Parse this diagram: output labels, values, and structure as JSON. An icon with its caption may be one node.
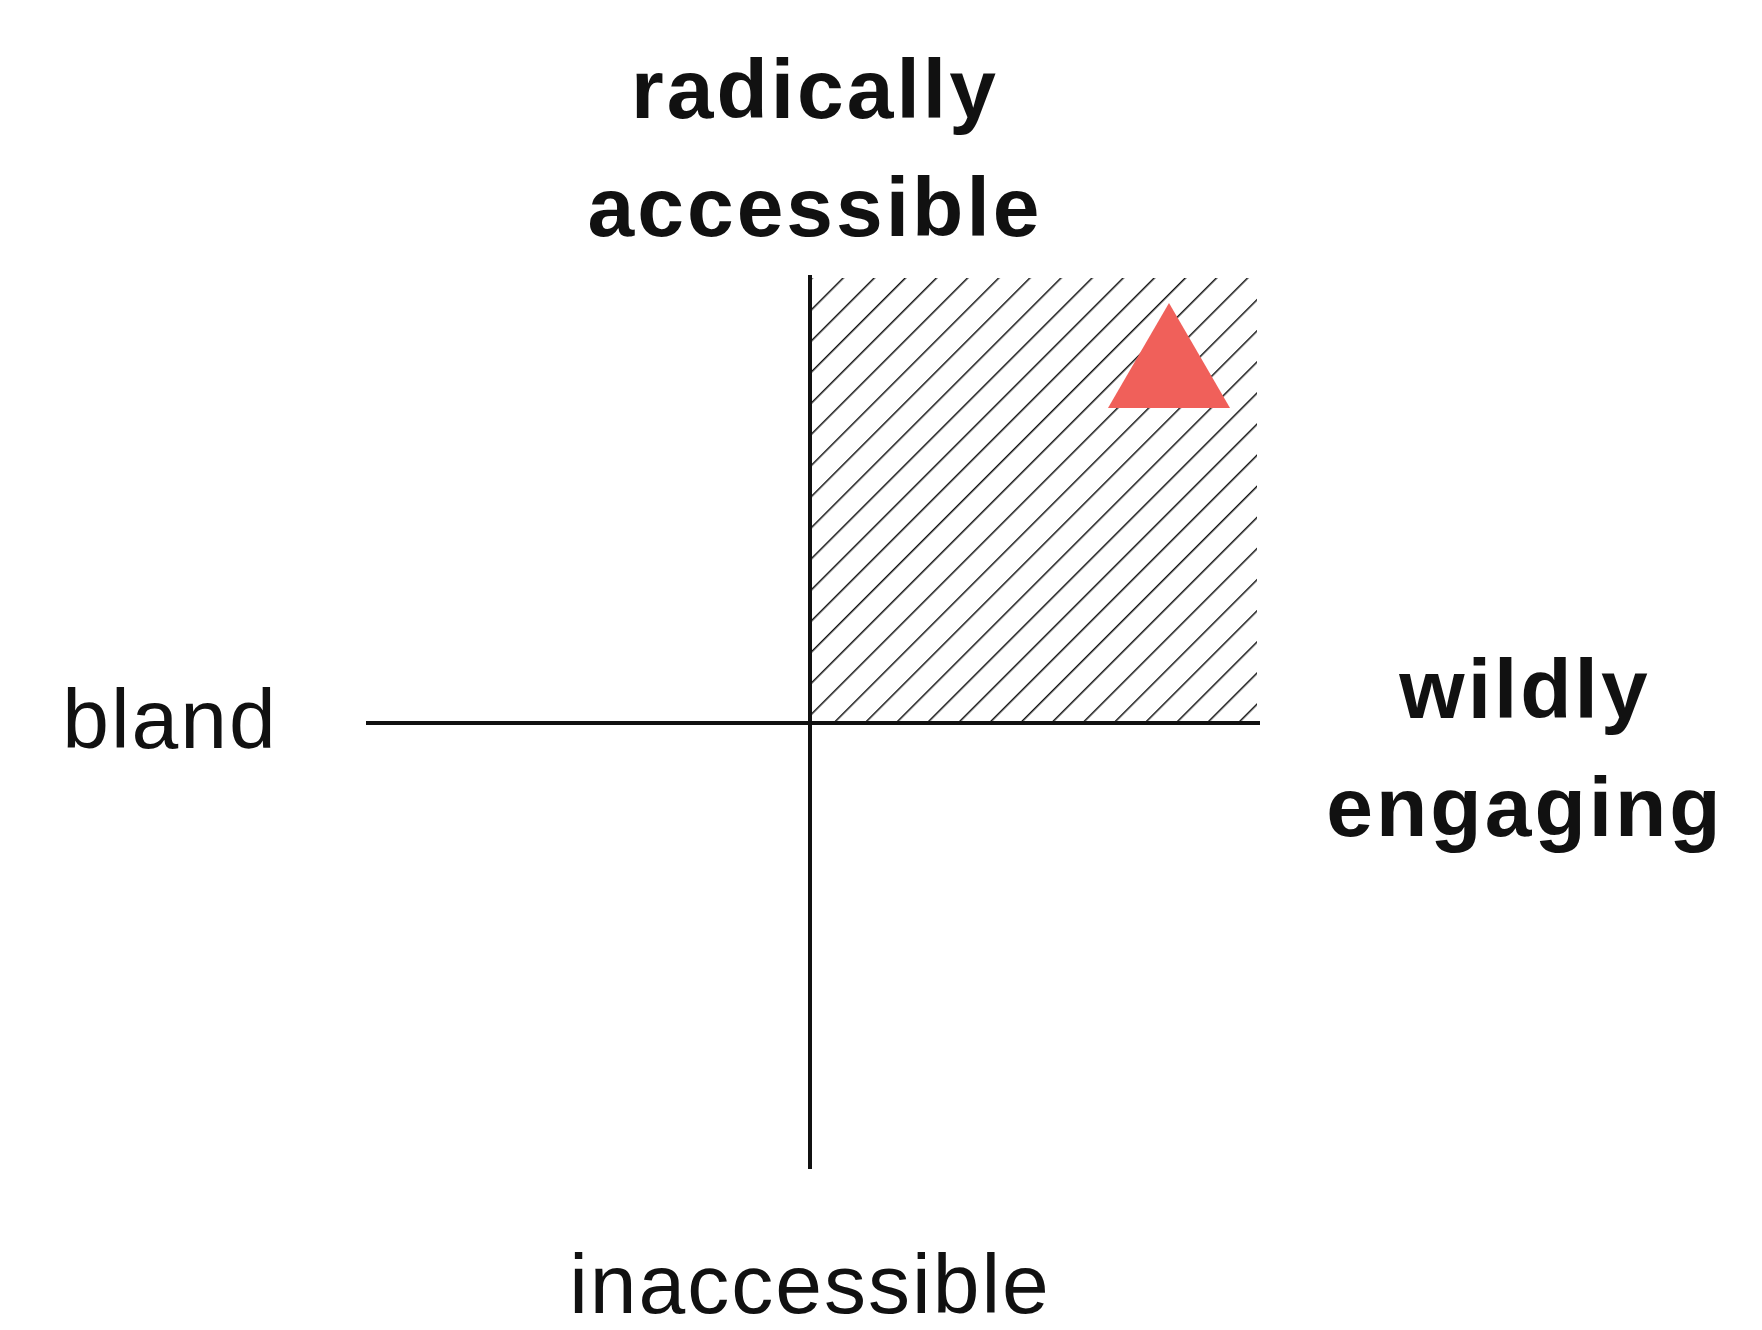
{
  "diagram": {
    "nodes": [
      {
        "text": [],
        "shape": "triangle"
      }
    ],
    "labels": [
      "radically accessible",
      "bland",
      "wildly engaging",
      "inaccessible"
    ]
  }
}
